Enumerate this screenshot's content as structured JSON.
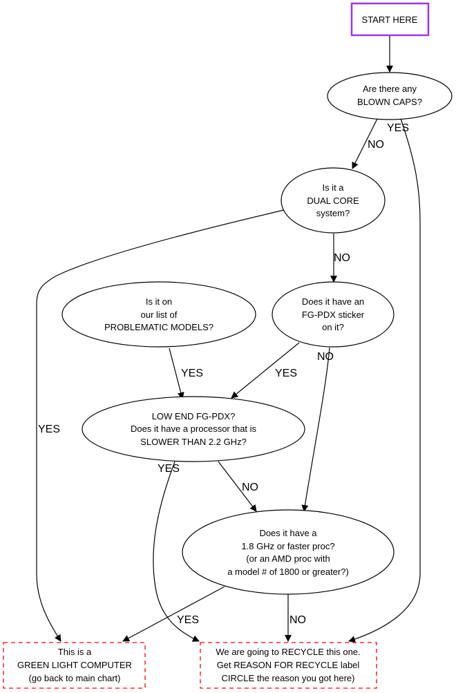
{
  "colors": {
    "start_border": "#9933ff",
    "end_border": "#ff0000",
    "line": "#000000"
  },
  "nodes": {
    "start": {
      "lines": [
        "START HERE"
      ]
    },
    "blown_caps": {
      "lines": [
        "Are there any",
        "BLOWN CAPS?"
      ]
    },
    "dual_core": {
      "lines": [
        "Is it a",
        "DUAL CORE",
        "system?"
      ]
    },
    "problem_models": {
      "lines": [
        "Is it on",
        "our list of",
        "PROBLEMATIC MODELS?"
      ]
    },
    "fg_pdx": {
      "lines": [
        "Does it have an",
        "FG-PDX sticker",
        "on it?"
      ]
    },
    "low_end": {
      "lines": [
        "LOW END FG-PDX?",
        "Does it have a processor that is",
        "SLOWER THAN 2.2 GHz?"
      ]
    },
    "fast_proc": {
      "lines": [
        "Does it have a",
        "1.8 GHz or faster proc?",
        "(or an AMD proc with",
        "a model # of 1800 or greater?)"
      ]
    },
    "green_light": {
      "lines": [
        "This is a",
        "GREEN LIGHT COMPUTER",
        "(go back to main chart)"
      ]
    },
    "recycle": {
      "lines": [
        "We are going to RECYCLE this one.",
        "Get REASON FOR RECYCLE label",
        "CIRCLE the reason you got here)"
      ]
    }
  },
  "edges": [
    {
      "from": "start",
      "to": "blown_caps",
      "label": ""
    },
    {
      "from": "blown_caps",
      "to": "dual_core",
      "label": "NO"
    },
    {
      "from": "blown_caps",
      "to": "recycle",
      "label": "YES"
    },
    {
      "from": "dual_core",
      "to": "fg_pdx",
      "label": "NO"
    },
    {
      "from": "dual_core",
      "to": "green_light",
      "label": "YES"
    },
    {
      "from": "problem_models",
      "to": "low_end",
      "label": "YES"
    },
    {
      "from": "fg_pdx",
      "to": "low_end",
      "label": "YES"
    },
    {
      "from": "fg_pdx",
      "to": "fast_proc",
      "label": "NO"
    },
    {
      "from": "low_end",
      "to": "fast_proc",
      "label": "NO"
    },
    {
      "from": "low_end",
      "to": "recycle",
      "label": "YES"
    },
    {
      "from": "fast_proc",
      "to": "green_light",
      "label": "YES"
    },
    {
      "from": "fast_proc",
      "to": "recycle",
      "label": "NO"
    }
  ]
}
